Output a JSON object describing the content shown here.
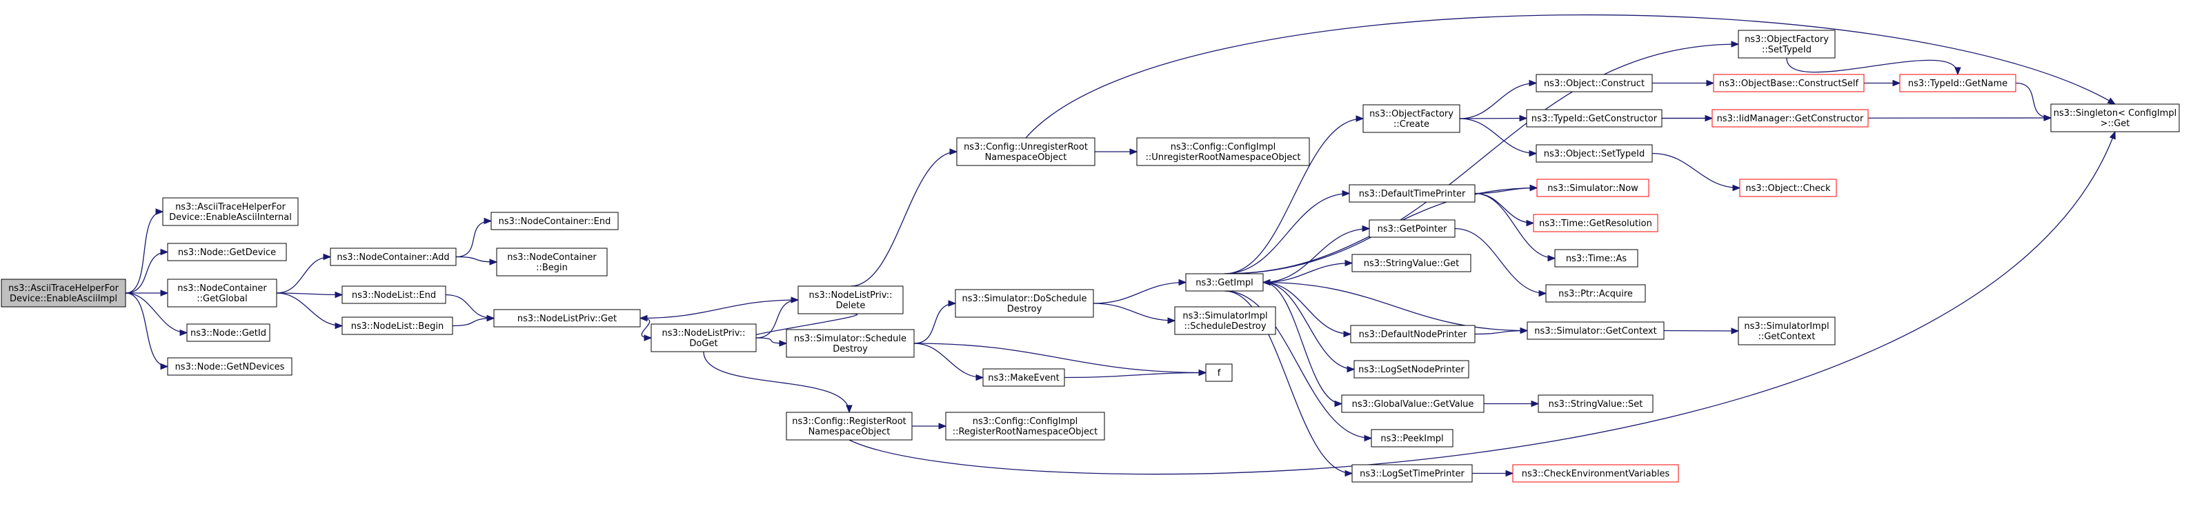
{
  "colors": {
    "edge": "#191970",
    "node_border": "#000000",
    "node_border_truncated": "#ff0000",
    "node_fill": "#ffffff",
    "root_fill": "#bfbfbf"
  },
  "graph": {
    "nodes": [
      {
        "id": "root",
        "lines": [
          "ns3::AsciiTraceHelperFor",
          "Device::EnableAsciiImpl"
        ],
        "kind": "root"
      },
      {
        "id": "enableAsciiInternal",
        "lines": [
          "ns3::AsciiTraceHelperFor",
          "Device::EnableAsciiInternal"
        ],
        "kind": "normal"
      },
      {
        "id": "nodeGetDevice",
        "lines": [
          "ns3::Node::GetDevice"
        ],
        "kind": "normal"
      },
      {
        "id": "nodeContainerGetGlobal",
        "lines": [
          "ns3::NodeContainer",
          "::GetGlobal"
        ],
        "kind": "normal"
      },
      {
        "id": "nodeGetId",
        "lines": [
          "ns3::Node::GetId"
        ],
        "kind": "normal"
      },
      {
        "id": "nodeGetNDevices",
        "lines": [
          "ns3::Node::GetNDevices"
        ],
        "kind": "normal"
      },
      {
        "id": "nodeContainerAdd",
        "lines": [
          "ns3::NodeContainer::Add"
        ],
        "kind": "normal"
      },
      {
        "id": "nodeListEnd",
        "lines": [
          "ns3::NodeList::End"
        ],
        "kind": "normal"
      },
      {
        "id": "nodeListBegin",
        "lines": [
          "ns3::NodeList::Begin"
        ],
        "kind": "normal"
      },
      {
        "id": "nodeContainerEnd",
        "lines": [
          "ns3::NodeContainer::End"
        ],
        "kind": "normal"
      },
      {
        "id": "nodeContainerBegin",
        "lines": [
          "ns3::NodeContainer",
          "::Begin"
        ],
        "kind": "normal"
      },
      {
        "id": "nodeListPrivGet",
        "lines": [
          "ns3::NodeListPriv::Get"
        ],
        "kind": "normal"
      },
      {
        "id": "nodeListPrivDoGet",
        "lines": [
          "ns3::NodeListPriv::",
          "DoGet"
        ],
        "kind": "normal"
      },
      {
        "id": "nodeListPrivDelete",
        "lines": [
          "ns3::NodeListPriv::",
          "Delete"
        ],
        "kind": "normal"
      },
      {
        "id": "simScheduleDestroy",
        "lines": [
          "ns3::Simulator::Schedule",
          "Destroy"
        ],
        "kind": "normal"
      },
      {
        "id": "configRegisterRoot",
        "lines": [
          "ns3::Config::RegisterRoot",
          "NamespaceObject"
        ],
        "kind": "normal"
      },
      {
        "id": "configUnregisterRoot",
        "lines": [
          "ns3::Config::UnregisterRoot",
          "NamespaceObject"
        ],
        "kind": "normal"
      },
      {
        "id": "simDoScheduleDestroy",
        "lines": [
          "ns3::Simulator::DoSchedule",
          "Destroy"
        ],
        "kind": "normal"
      },
      {
        "id": "makeEvent",
        "lines": [
          "ns3::MakeEvent"
        ],
        "kind": "normal"
      },
      {
        "id": "configImplRegister",
        "lines": [
          "ns3::Config::ConfigImpl",
          "::RegisterRootNamespaceObject"
        ],
        "kind": "normal"
      },
      {
        "id": "configImplUnregister",
        "lines": [
          "ns3::Config::ConfigImpl",
          "::UnregisterRootNamespaceObject"
        ],
        "kind": "normal"
      },
      {
        "id": "simImplScheduleDestroy",
        "lines": [
          "ns3::SimulatorImpl",
          "::ScheduleDestroy"
        ],
        "kind": "normal"
      },
      {
        "id": "getImpl",
        "lines": [
          "ns3::GetImpl"
        ],
        "kind": "normal"
      },
      {
        "id": "f",
        "lines": [
          "f"
        ],
        "kind": "normal"
      },
      {
        "id": "objectFactoryCreate",
        "lines": [
          "ns3::ObjectFactory",
          "::Create"
        ],
        "kind": "normal"
      },
      {
        "id": "defaultTimePrinter",
        "lines": [
          "ns3::DefaultTimePrinter"
        ],
        "kind": "normal"
      },
      {
        "id": "getPointer",
        "lines": [
          "ns3::GetPointer"
        ],
        "kind": "normal"
      },
      {
        "id": "stringValueGet",
        "lines": [
          "ns3::StringValue::Get"
        ],
        "kind": "normal"
      },
      {
        "id": "defaultNodePrinter",
        "lines": [
          "ns3::DefaultNodePrinter"
        ],
        "kind": "normal"
      },
      {
        "id": "logSetNodePrinter",
        "lines": [
          "ns3::LogSetNodePrinter"
        ],
        "kind": "normal"
      },
      {
        "id": "globalValueGetValue",
        "lines": [
          "ns3::GlobalValue::GetValue"
        ],
        "kind": "normal"
      },
      {
        "id": "peekImpl",
        "lines": [
          "ns3::PeekImpl"
        ],
        "kind": "normal"
      },
      {
        "id": "logSetTimePrinter",
        "lines": [
          "ns3::LogSetTimePrinter"
        ],
        "kind": "normal"
      },
      {
        "id": "objectConstruct",
        "lines": [
          "ns3::Object::Construct"
        ],
        "kind": "normal"
      },
      {
        "id": "typeIdGetConstructor",
        "lines": [
          "ns3::TypeId::GetConstructor"
        ],
        "kind": "normal"
      },
      {
        "id": "objectSetTypeId",
        "lines": [
          "ns3::Object::SetTypeId"
        ],
        "kind": "normal"
      },
      {
        "id": "simulatorNow",
        "lines": [
          "ns3::Simulator::Now"
        ],
        "kind": "truncated"
      },
      {
        "id": "timeGetResolution",
        "lines": [
          "ns3::Time::GetResolution"
        ],
        "kind": "truncated"
      },
      {
        "id": "timeAs",
        "lines": [
          "ns3::Time::As"
        ],
        "kind": "normal"
      },
      {
        "id": "ptrAcquire",
        "lines": [
          "ns3::Ptr::Acquire"
        ],
        "kind": "normal"
      },
      {
        "id": "simulatorGetContext",
        "lines": [
          "ns3::Simulator::GetContext"
        ],
        "kind": "normal"
      },
      {
        "id": "stringValueSet",
        "lines": [
          "ns3::StringValue::Set"
        ],
        "kind": "normal"
      },
      {
        "id": "checkEnvVars",
        "lines": [
          "ns3::CheckEnvironmentVariables"
        ],
        "kind": "truncated"
      },
      {
        "id": "objectFactorySetTypeId",
        "lines": [
          "ns3::ObjectFactory",
          "::SetTypeId"
        ],
        "kind": "normal"
      },
      {
        "id": "objectBaseConstructSelf",
        "lines": [
          "ns3::ObjectBase::ConstructSelf"
        ],
        "kind": "truncated"
      },
      {
        "id": "iidManagerGetConstructor",
        "lines": [
          "ns3::IidManager::GetConstructor"
        ],
        "kind": "truncated"
      },
      {
        "id": "objectCheck",
        "lines": [
          "ns3::Object::Check"
        ],
        "kind": "truncated"
      },
      {
        "id": "simulatorImplGetContext",
        "lines": [
          "ns3::SimulatorImpl",
          "::GetContext"
        ],
        "kind": "normal"
      },
      {
        "id": "typeIdGetName",
        "lines": [
          "ns3::TypeId::GetName"
        ],
        "kind": "truncated"
      },
      {
        "id": "singletonGet",
        "lines": [
          "ns3::Singleton< ConfigImpl",
          ">::Get"
        ],
        "kind": "normal"
      }
    ]
  }
}
